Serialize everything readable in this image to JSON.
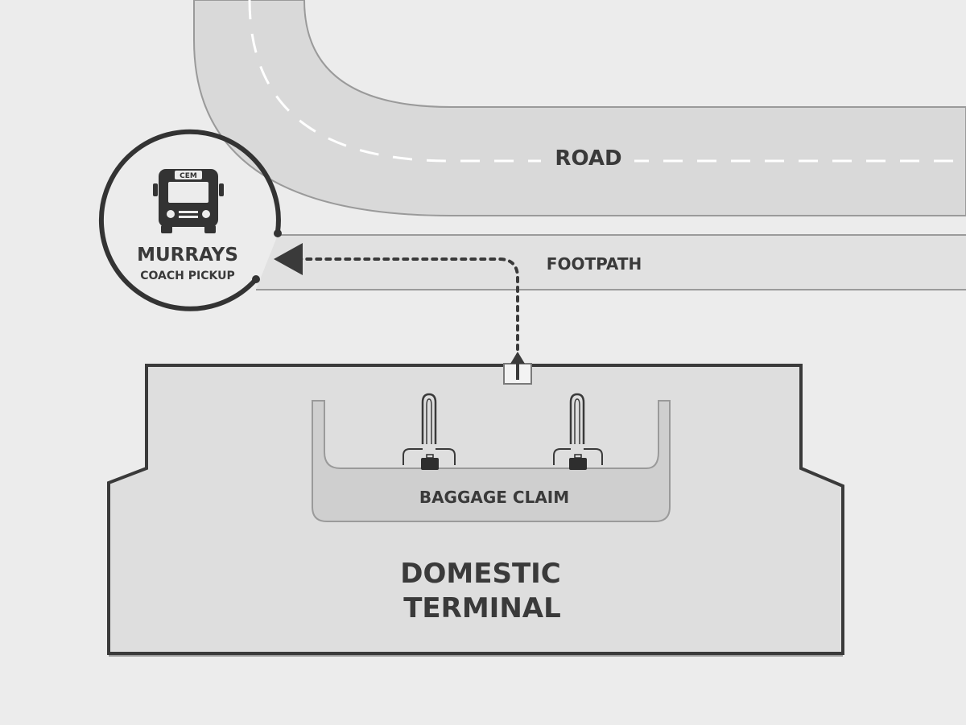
{
  "map": {
    "road_label": "ROAD",
    "footpath_label": "FOOTPATH",
    "pickup": {
      "title": "MURRAYS",
      "subtitle": "COACH PICKUP",
      "bus_sign": "CEM"
    },
    "baggage_label": "BAGGAGE CLAIM",
    "terminal_line1": "DOMESTIC",
    "terminal_line2": "TERMINAL"
  },
  "colors": {
    "background": "#ececec",
    "road": "#d9d9d9",
    "outline": "#3a3a3a",
    "terminal": "#dedede",
    "baggage_area": "#cfcfcf"
  },
  "icons": [
    "bus-icon",
    "exit-arrow-icon",
    "luggage-carousel-icon"
  ]
}
